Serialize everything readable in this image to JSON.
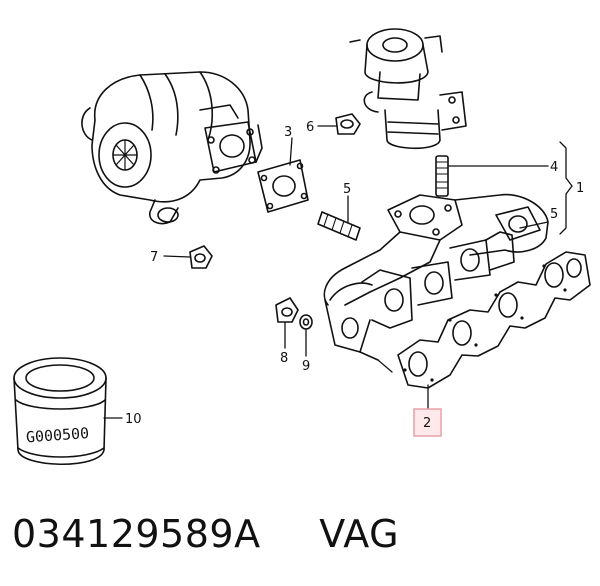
{
  "callouts": {
    "c1": "1",
    "c2": "2",
    "c3": "3",
    "c4": "4",
    "c5a": "5",
    "c5b": "5",
    "c6": "6",
    "c7": "7",
    "c8": "8",
    "c9": "9",
    "c10": "10"
  },
  "sleeve_marking": "G000500",
  "part_number": "034129589A",
  "brand": "VAG",
  "highlight_color": "#e8a0a8",
  "line_color": "#111111"
}
